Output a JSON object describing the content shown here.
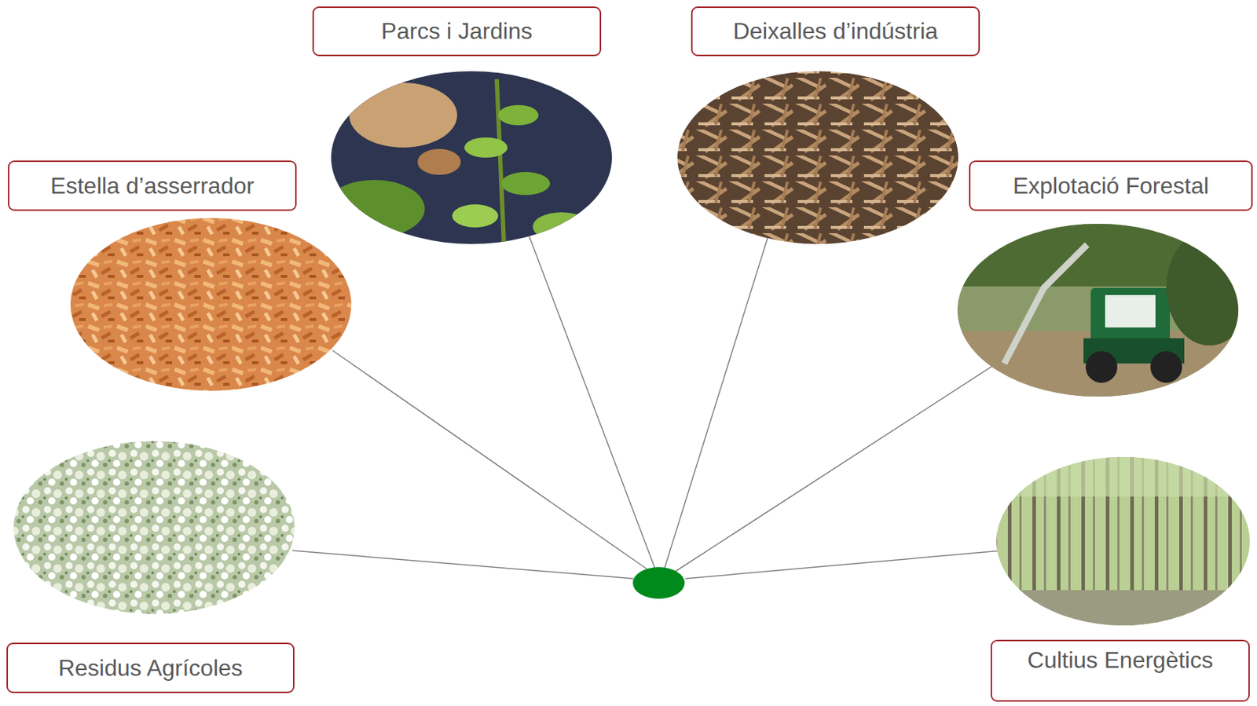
{
  "diagram": {
    "nodes": [
      {
        "text": [
          "Parcs i Jardins"
        ]
      },
      {
        "text": [
          "Deixalles d’indústria"
        ]
      },
      {
        "text": [
          "Estella d’asserrador"
        ]
      },
      {
        "text": [
          "Explotació Forestal"
        ]
      },
      {
        "text": [
          "Residus Agrícoles"
        ]
      },
      {
        "text": [
          "Cultius Energètics"
        ]
      }
    ]
  }
}
